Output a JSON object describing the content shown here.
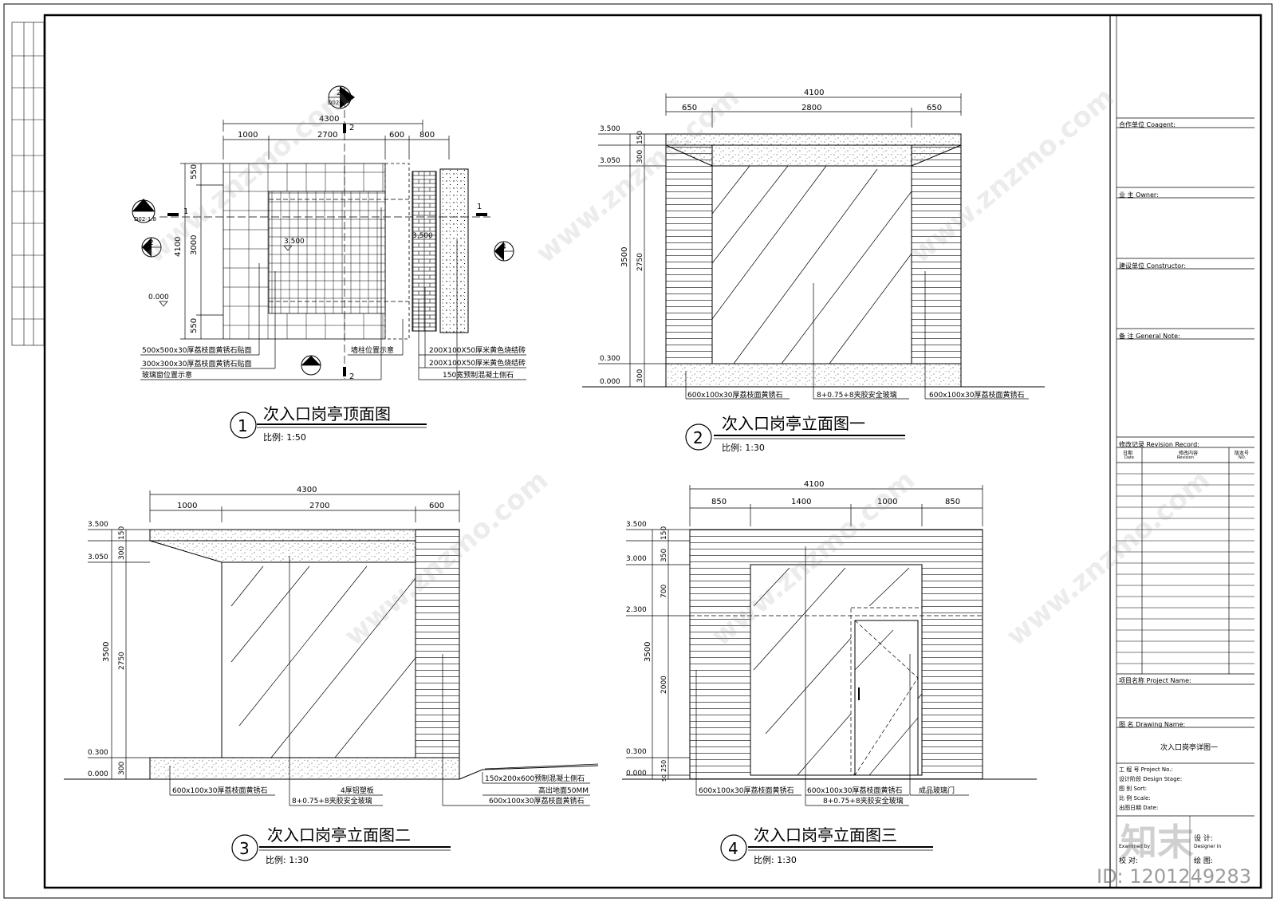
{
  "drawing1": {
    "number": "1",
    "title": "次入口岗亭顶面图",
    "scale": "比例: 1:50",
    "dims_top_total": "4300",
    "dims_top_parts": [
      "1000",
      "2700",
      "600",
      "800"
    ],
    "dims_left_total": "4100",
    "dims_left_parts": [
      "550",
      "3000",
      "550"
    ],
    "level_3500": "3.500",
    "level_3500b": "3.500",
    "level_0": "0.000",
    "section_mark_top": "2",
    "section_ref_top": "D02-1.9",
    "section_mark_left": "1",
    "section_ref_left": "D02-1.8",
    "elev_mark_2": "2",
    "elev_mark_3": "3",
    "elev_mark_4": "4",
    "cut_label_1": "1",
    "cut_label_2": "2",
    "callouts_left": [
      "500x500x30厚荔枝面黄锈石贴面",
      "300x300x30厚荔枝面黄锈石贴面",
      "玻璃窗位置示意"
    ],
    "callout_mid": "墙柱位置示意",
    "callouts_right": [
      "200X100X50厚米黄色烧结砖",
      "200X100X50厚米黄色烧结砖",
      "150宽预制混凝土侧石"
    ]
  },
  "drawing2": {
    "number": "2",
    "title": "次入口岗亭立面图一",
    "scale": "比例: 1:30",
    "dims_top_total": "4100",
    "dims_top_parts": [
      "650",
      "2800",
      "650"
    ],
    "dims_left_total": "3500",
    "dims_left_parts": [
      "150",
      "300",
      "2750",
      "300"
    ],
    "levels": [
      "3.500",
      "3.050",
      "0.300",
      "0.000"
    ],
    "callouts": [
      "600x100x30厚荔枝面黄锈石",
      "8+0.75+8夹胶安全玻璃",
      "600x100x30厚荔枝面黄锈石"
    ]
  },
  "drawing3": {
    "number": "3",
    "title": "次入口岗亭立面图二",
    "scale": "比例: 1:30",
    "dims_top_total": "4300",
    "dims_top_parts": [
      "1000",
      "2700",
      "600"
    ],
    "dims_left_total": "3500",
    "dims_left_parts": [
      "150",
      "300",
      "2750",
      "300"
    ],
    "levels": [
      "3.500",
      "3.050",
      "0.300",
      "0.000"
    ],
    "callouts": [
      "600x100x30厚荔枝面黄锈石",
      "4厚铝塑板",
      "8+0.75+8夹胶安全玻璃",
      "150x200x600预制混凝土侧石",
      "高出地面50MM",
      "600x100x30厚荔枝面黄锈石"
    ]
  },
  "drawing4": {
    "number": "4",
    "title": "次入口岗亭立面图三",
    "scale": "比例: 1:30",
    "dims_top_total": "4100",
    "dims_top_parts": [
      "850",
      "1400",
      "1000",
      "850"
    ],
    "dims_left_total": "3500",
    "dims_left_parts": [
      "150",
      "350",
      "700",
      "2000",
      "250",
      "50"
    ],
    "levels": [
      "3.500",
      "3.000",
      "2.300",
      "0.300",
      "0.000"
    ],
    "callouts": [
      "600x100x30厚荔枝面黄锈石",
      "600x100x30厚荔枝面黄锈石",
      "成品玻璃门",
      "8+0.75+8夹胶安全玻璃"
    ]
  },
  "title_block": {
    "coagent": "合作单位 Coagent:",
    "owner": "业 主 Owner:",
    "constructor": "建设单位 Constructor:",
    "general_note": "备 注 General Note:",
    "revision_record": "修改记录 Revision Record:",
    "rev_cols": [
      "日期",
      "修改内容",
      "版本号"
    ],
    "rev_cols_en": [
      "Date",
      "Revision",
      "NO."
    ],
    "project_name": "项目名称 Project Name:",
    "drawing_name_label": "图 名 Drawing Name:",
    "drawing_name": "次入口岗亭详图一",
    "project_no": "工 程 号 Project No.:",
    "design_stage": "设计阶段 Design Stage:",
    "sort": "图 别 Sort:",
    "scale": "比 例 Scale:",
    "date": "出图日期 Date:",
    "checked": "校 对:",
    "drawn": "绘 图:",
    "design": "设 计:",
    "designer_in": "Designer In",
    "examined_by": "Examined by"
  },
  "watermark": {
    "brand": "知末",
    "id_text": "ID: 1201249283",
    "url_text": "www.znzmo.com"
  }
}
